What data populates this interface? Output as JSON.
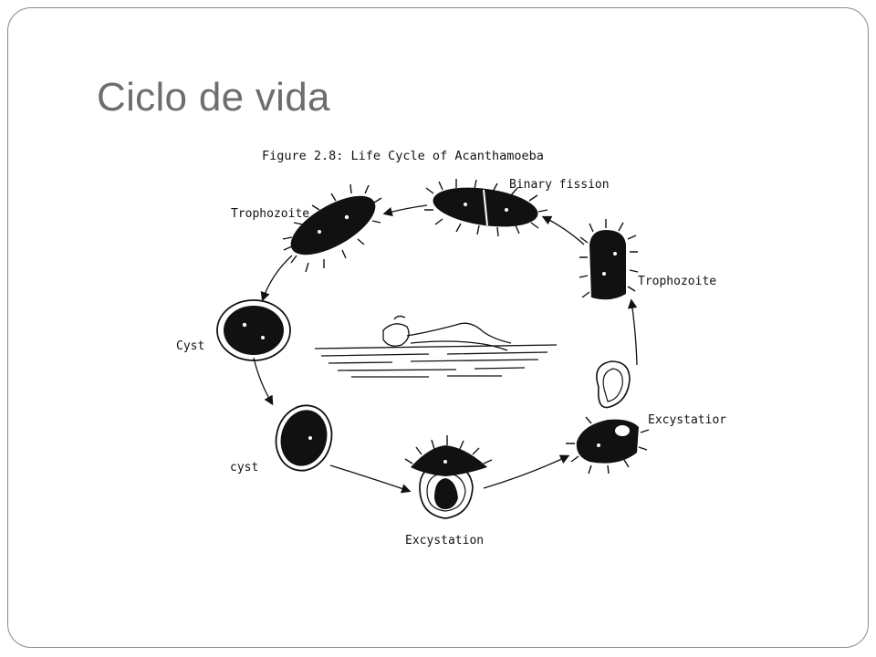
{
  "slide": {
    "title": "Ciclo de vida"
  },
  "figure": {
    "caption": "Figure 2.8:  Life Cycle of Acanthamoeba",
    "labels": {
      "trophozoite_left": "Trophozoite",
      "binary_fission": "Binary fission",
      "trophozoite_right": "Trophozoite",
      "cyst_upper": "Cyst",
      "cyst_lower": "cyst",
      "excystation_right": "Excystatior",
      "excystation_bottom": "Excystation"
    },
    "colors": {
      "ink": "#111111",
      "title": "#6e6e6e",
      "frame": "#8a8a8a"
    }
  }
}
